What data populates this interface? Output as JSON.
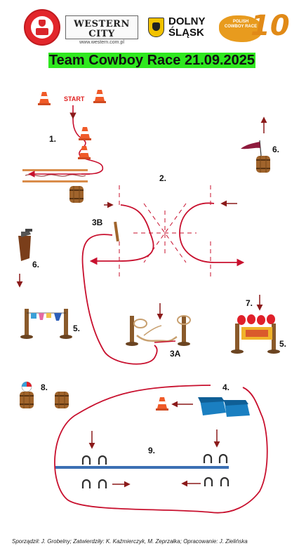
{
  "header": {
    "logos": {
      "western_city": {
        "title": "WESTERN CITY",
        "url": "www.western.com.pl"
      },
      "dolny_slask": {
        "line1": "DOLNY",
        "line2": "ŚLĄSK"
      },
      "polish_cowboy_race": {
        "text": "POLISH COWBOY RACE",
        "number": "10"
      }
    },
    "title": "Team Cowboy Race 21.09.2025"
  },
  "course": {
    "start_label": "START",
    "stations": {
      "s1": "1.",
      "s2": "2.",
      "s3b": "3B",
      "s3a": "3A",
      "s4": "4.",
      "s5_left": "5.",
      "s5_right": "5.",
      "s6_left": "6.",
      "s6_right": "6.",
      "s7": "7.",
      "s8": "8.",
      "s9": "9."
    }
  },
  "colors": {
    "route": "#c8102e",
    "title_band": "#2fe81f",
    "cone_orange": "#f05a28",
    "barrel": "#a0642c",
    "tarp_blue": "#3b6fb3",
    "crate_blue": "#1a7fc1"
  },
  "footer": {
    "credits": "Sporządził: J. Grobelny; Zatwierdziły: K. Kaźmierczyk, M. Zeprzałka; Opracowanie: J. Zielińska"
  }
}
